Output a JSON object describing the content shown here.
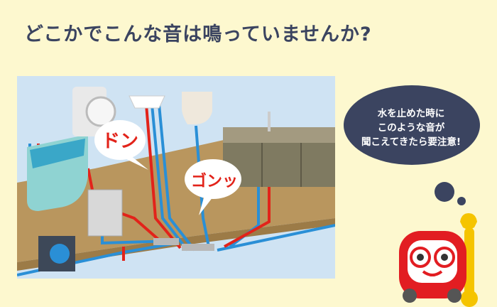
{
  "headline": "どこかでこんな音は鳴っていませんか?",
  "sound_don": "ドン",
  "sound_gon": "ゴンッ",
  "warning": {
    "line1": "水を止めた時に",
    "line2": "このような音が",
    "line3": "聞こえてきたら要注意!"
  },
  "colors": {
    "background": "#fdf8cf",
    "headline": "#3b4460",
    "hot_pipe": "#e2231a",
    "cold_pipe": "#2a8fd6",
    "bubble": "#3b4460",
    "mascot_red": "#e21d22",
    "mascot_yellow": "#f5c400"
  }
}
